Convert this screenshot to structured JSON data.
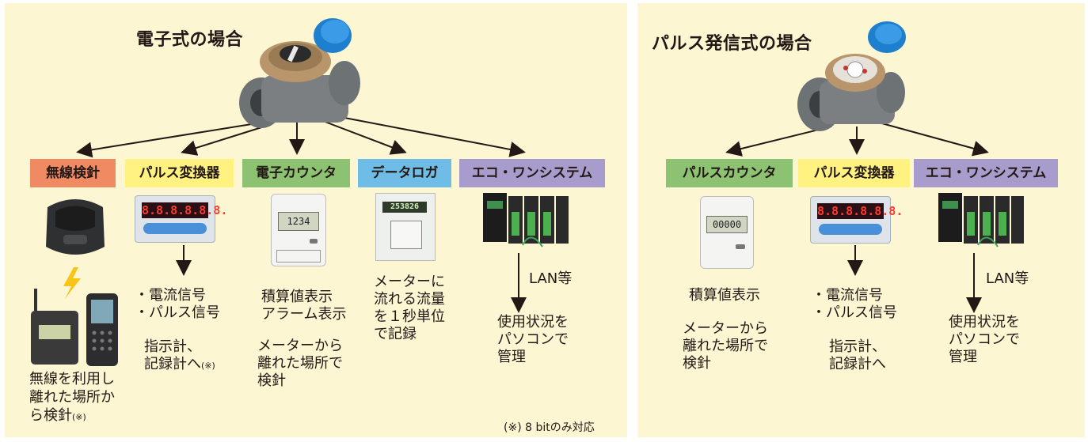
{
  "left": {
    "title": "電子式の場合",
    "tags": [
      {
        "label": "無線検針",
        "color": "#f08a62"
      },
      {
        "label": "パルス変換器",
        "color": "#fff280"
      },
      {
        "label": "電子カウンタ",
        "color": "#8cc271"
      },
      {
        "label": "データロガ",
        "color": "#6fbde6"
      },
      {
        "label": "エコ・ワンシステム",
        "color": "#a79ccc"
      }
    ],
    "wireless": {
      "line1": "無線を利用し",
      "line2": "離れた場所か",
      "line3": "ら検針",
      "mark": "(※)"
    },
    "pulse": {
      "sig1": "・電流信号",
      "sig2": "・パルス信号",
      "use1": "指示計、",
      "use2": "記録計へ",
      "mark": "(※)"
    },
    "counter": {
      "line1": "積算値表示",
      "line2": "アラーム表示",
      "line3": "メーターから",
      "line4": "離れた場所で",
      "line5": "検針"
    },
    "logger": {
      "line1": "メーターに",
      "line2": "流れる流量",
      "line3": "を１秒単位",
      "line4": "で記録"
    },
    "eco": {
      "lan": "LAN等",
      "line1": "使用状況を",
      "line2": "パソコンで",
      "line3": "管理"
    },
    "footnote": "(※) 8 bitのみ対応"
  },
  "right": {
    "title": "パルス発信式の場合",
    "tags": [
      {
        "label": "パルスカウンタ",
        "color": "#8cc271"
      },
      {
        "label": "パルス変換器",
        "color": "#fff280"
      },
      {
        "label": "エコ・ワンシステム",
        "color": "#a79ccc"
      }
    ],
    "counter": {
      "line1": "積算値表示",
      "line2": "メーターから",
      "line3": "離れた場所で",
      "line4": "検針"
    },
    "pulse": {
      "sig1": "・電流信号",
      "sig2": "・パルス信号",
      "use1": "指示計、",
      "use2": "記録計へ"
    },
    "eco": {
      "lan": "LAN等",
      "line1": "使用状況を",
      "line2": "パソコンで",
      "line3": "管理"
    }
  },
  "devices": {
    "pulse_display": "8.8.8.8.8.8.",
    "counter_display": "1234",
    "pulse_counter_display": "00000",
    "logger_display": "253826"
  },
  "colors": {
    "panel_bg": "#fdf6d3",
    "meter_cap": "#1f7fcf",
    "meter_body": "#7b7f82",
    "meter_brass": "#b8956a"
  }
}
